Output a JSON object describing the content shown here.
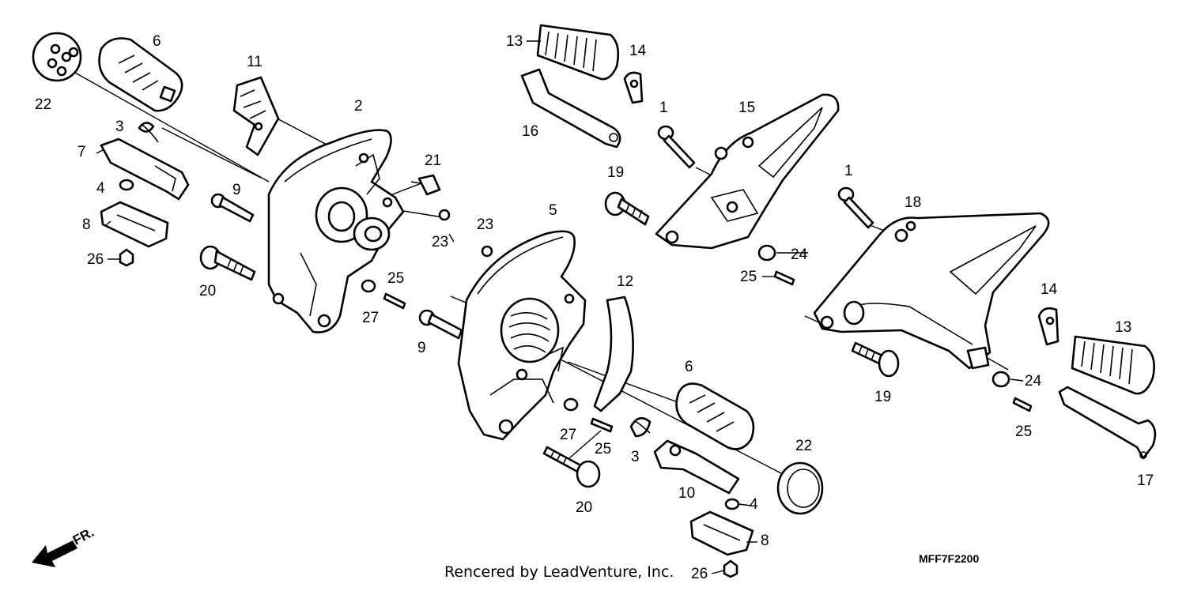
{
  "diagram": {
    "callouts": [
      {
        "id": "c22a",
        "label": "22"
      },
      {
        "id": "c6a",
        "label": "6"
      },
      {
        "id": "c11",
        "label": "11"
      },
      {
        "id": "c2",
        "label": "2"
      },
      {
        "id": "c3a",
        "label": "3"
      },
      {
        "id": "c7",
        "label": "7"
      },
      {
        "id": "c4a",
        "label": "4"
      },
      {
        "id": "c8a",
        "label": "8"
      },
      {
        "id": "c26a",
        "label": "26"
      },
      {
        "id": "c9a",
        "label": "9"
      },
      {
        "id": "c20a",
        "label": "20"
      },
      {
        "id": "c21",
        "label": "21"
      },
      {
        "id": "c23a",
        "label": "23"
      },
      {
        "id": "c23b",
        "label": "23"
      },
      {
        "id": "c25a",
        "label": "25"
      },
      {
        "id": "c27a",
        "label": "27"
      },
      {
        "id": "c13a",
        "label": "13"
      },
      {
        "id": "c14a",
        "label": "14"
      },
      {
        "id": "c16",
        "label": "16"
      },
      {
        "id": "c1a",
        "label": "1"
      },
      {
        "id": "c15",
        "label": "15"
      },
      {
        "id": "c19a",
        "label": "19"
      },
      {
        "id": "c5",
        "label": "5"
      },
      {
        "id": "c24a",
        "label": "24"
      },
      {
        "id": "c25b",
        "label": "25"
      },
      {
        "id": "c1b",
        "label": "1"
      },
      {
        "id": "c18",
        "label": "18"
      },
      {
        "id": "c12",
        "label": "12"
      },
      {
        "id": "c9b",
        "label": "9"
      },
      {
        "id": "c14b",
        "label": "14"
      },
      {
        "id": "c13b",
        "label": "13"
      },
      {
        "id": "c19b",
        "label": "19"
      },
      {
        "id": "c24b",
        "label": "24"
      },
      {
        "id": "c6b",
        "label": "6"
      },
      {
        "id": "c27b",
        "label": "27"
      },
      {
        "id": "c25c",
        "label": "25"
      },
      {
        "id": "c3b",
        "label": "3"
      },
      {
        "id": "c25d",
        "label": "25"
      },
      {
        "id": "c22b",
        "label": "22"
      },
      {
        "id": "c10",
        "label": "10"
      },
      {
        "id": "c17",
        "label": "17"
      },
      {
        "id": "c20b",
        "label": "20"
      },
      {
        "id": "c4b",
        "label": "4"
      },
      {
        "id": "c8b",
        "label": "8"
      },
      {
        "id": "c26b",
        "label": "26"
      }
    ],
    "front_indicator": "FR.",
    "caption": "Rencered by LeadVenture, Inc.",
    "diagram_code": "MFF7F2200"
  }
}
